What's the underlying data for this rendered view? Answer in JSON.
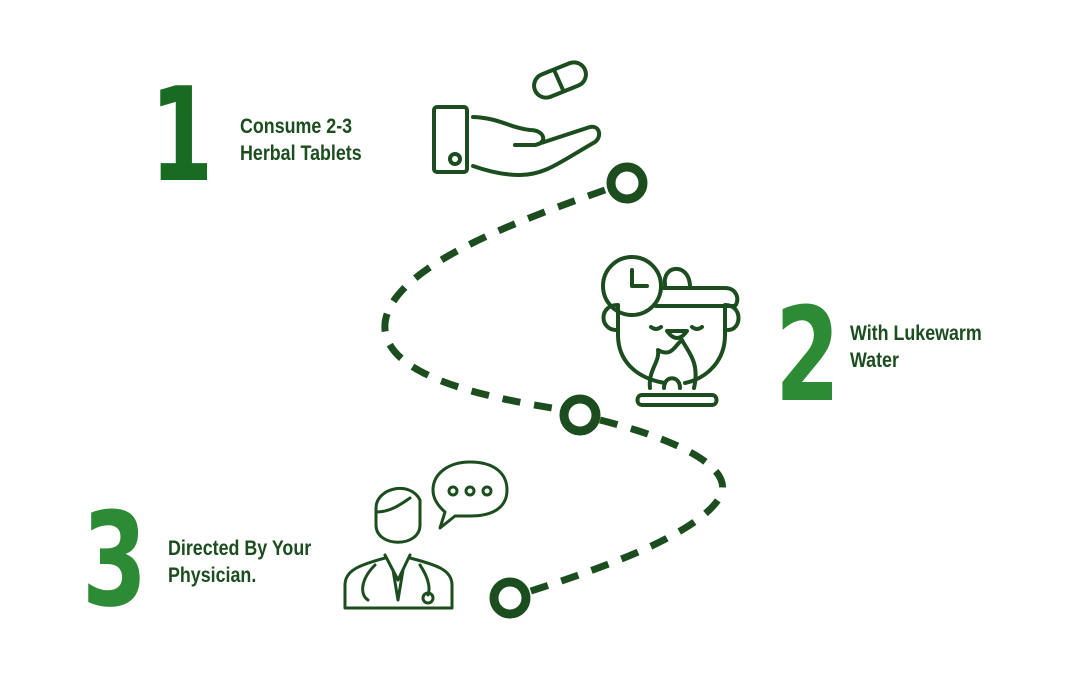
{
  "steps": [
    {
      "number": "1",
      "text_line1": "Consume 2-3",
      "text_line2": "Herbal Tablets"
    },
    {
      "number": "2",
      "text_line1": "With Lukewarm",
      "text_line2": "Water"
    },
    {
      "number": "3",
      "text_line1": "Directed By Your",
      "text_line2": "Physician."
    }
  ],
  "colors": {
    "icon": "#1b4d1e",
    "num1": "#1a6b22",
    "num23": "#2e8b35"
  }
}
